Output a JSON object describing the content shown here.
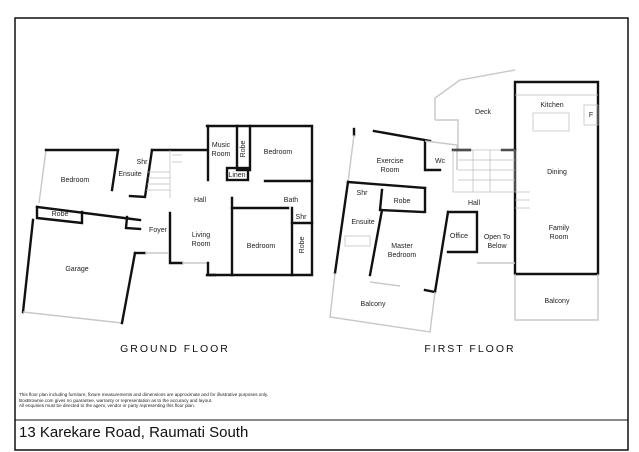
{
  "ground_floor": {
    "title": "GROUND FLOOR",
    "rooms": {
      "bedroom_left": [
        "Bedroom"
      ],
      "ensuite": [
        "Ensuite"
      ],
      "shr": [
        "Shr"
      ],
      "robe": [
        "Robe"
      ],
      "garage": [
        "Garage"
      ],
      "foyer": [
        "Foyer"
      ],
      "hall": [
        "Hall"
      ],
      "living_room": [
        "Living",
        "Room"
      ],
      "music_room": [
        "Music",
        "Room"
      ],
      "robe_music": [
        "Robe"
      ],
      "bedroom_top": [
        "Bedroom"
      ],
      "linen": [
        "Linen"
      ],
      "bath": [
        "Bath"
      ],
      "shr_bath": [
        "Shr"
      ],
      "bedroom_bottom": [
        "Bedroom"
      ],
      "robe_right": [
        "Robe"
      ]
    }
  },
  "first_floor": {
    "title": "FIRST FLOOR",
    "rooms": {
      "deck": [
        "Deck"
      ],
      "kitchen": [
        "Kitchen"
      ],
      "fridge": [
        "F"
      ],
      "exercise_room": [
        "Exercise",
        "Room"
      ],
      "wc": [
        "Wc"
      ],
      "dining": [
        "Dining"
      ],
      "shr": [
        "Shr"
      ],
      "robe": [
        "Robe"
      ],
      "hall": [
        "Hall"
      ],
      "ensuite": [
        "Ensuite"
      ],
      "office": [
        "Office"
      ],
      "open_to_below": [
        "Open To",
        "Below"
      ],
      "family_room": [
        "Family",
        "Room"
      ],
      "master_bedroom": [
        "Master",
        "Bedroom"
      ],
      "balcony_left": [
        "Balcony"
      ],
      "balcony_right": [
        "Balcony"
      ]
    }
  },
  "disclaimer": [
    "This floor plan including furniture, fixture measurements and dimensions are approximate and for illustrative purposes only.",
    "BoxBrownie.com gives no guarantee, warranty or representation as to the accuracy and layout.",
    "All enquiries must be directed to the agent, vendor or party representing this floor plan."
  ],
  "address": "13 Karekare Road, Raumati South"
}
